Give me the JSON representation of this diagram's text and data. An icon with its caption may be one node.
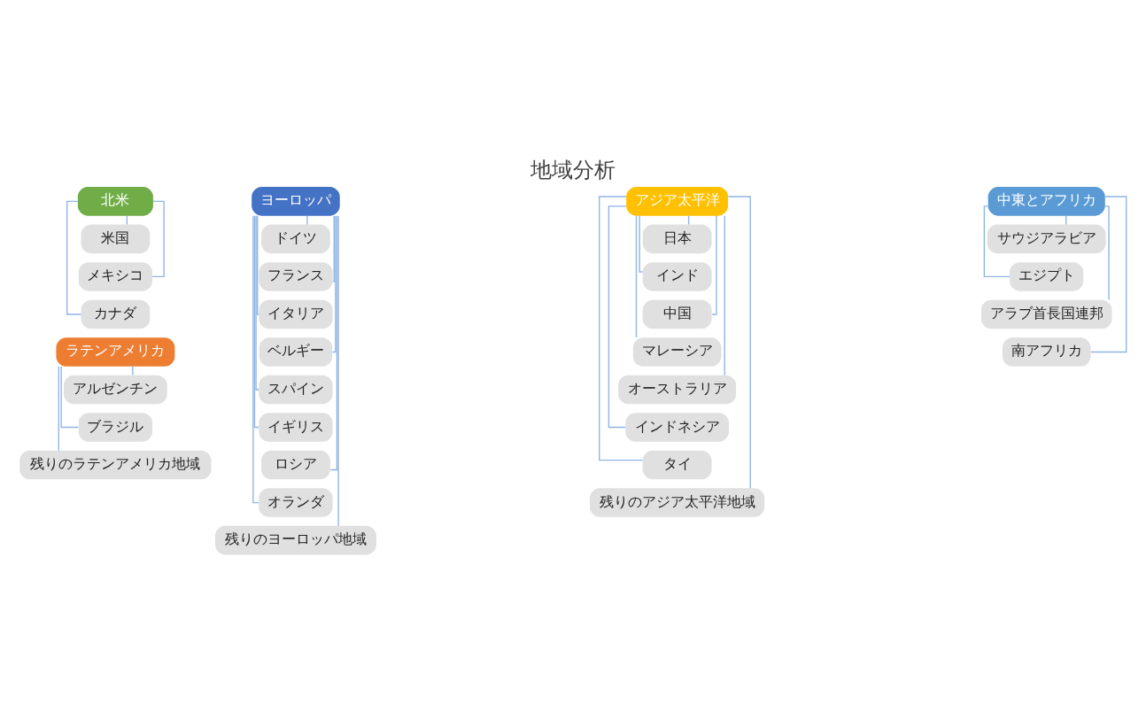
{
  "diagram": {
    "title": "地域分析",
    "nodes": [
      {
        "text": [
          "北米"
        ]
      },
      {
        "text": [
          "米国"
        ]
      },
      {
        "text": [
          "メキシコ"
        ]
      },
      {
        "text": [
          "カナダ"
        ]
      },
      {
        "text": [
          "ヨーロッパ"
        ]
      },
      {
        "text": [
          "ドイツ"
        ]
      },
      {
        "text": [
          "フランス"
        ]
      },
      {
        "text": [
          "イタリア"
        ]
      },
      {
        "text": [
          "ベルギー"
        ]
      },
      {
        "text": [
          "スパイン"
        ]
      },
      {
        "text": [
          "イギリス"
        ]
      },
      {
        "text": [
          "ロシア"
        ]
      },
      {
        "text": [
          "オランダ"
        ]
      },
      {
        "text": [
          "残りのヨーロッパ地域"
        ]
      },
      {
        "text": [
          "アジア太平洋"
        ]
      },
      {
        "text": [
          "日本"
        ]
      },
      {
        "text": [
          "インド"
        ]
      },
      {
        "text": [
          "中国"
        ]
      },
      {
        "text": [
          "マレーシア"
        ]
      },
      {
        "text": [
          "オーストラリア"
        ]
      },
      {
        "text": [
          "インドネシア"
        ]
      },
      {
        "text": [
          "タイ"
        ]
      },
      {
        "text": [
          "残りのアジア太平洋地域"
        ]
      },
      {
        "text": [
          "中東とアフリカ"
        ]
      },
      {
        "text": [
          "サウジアラビア"
        ]
      },
      {
        "text": [
          "エジプト"
        ]
      },
      {
        "text": [
          "アラブ首長国連邦"
        ]
      },
      {
        "text": [
          "南アフリカ"
        ]
      },
      {
        "text": [
          "ラテンアメリカ"
        ]
      },
      {
        "text": [
          "アルゼンチン"
        ]
      },
      {
        "text": [
          "ブラジル"
        ]
      },
      {
        "text": [
          "残りのラテンアメリカ地域"
        ]
      }
    ],
    "edges": [
      {
        "from": 0,
        "to": 1,
        "arrow": "none"
      },
      {
        "from": 0,
        "to": 2,
        "arrow": "none"
      },
      {
        "from": 0,
        "to": 3,
        "arrow": "none"
      },
      {
        "from": 4,
        "to": 5,
        "arrow": "none"
      },
      {
        "from": 4,
        "to": 6,
        "arrow": "none"
      },
      {
        "from": 4,
        "to": 7,
        "arrow": "none"
      },
      {
        "from": 4,
        "to": 8,
        "arrow": "none"
      },
      {
        "from": 4,
        "to": 9,
        "arrow": "none"
      },
      {
        "from": 4,
        "to": 10,
        "arrow": "none"
      },
      {
        "from": 4,
        "to": 11,
        "arrow": "none"
      },
      {
        "from": 4,
        "to": 12,
        "arrow": "none"
      },
      {
        "from": 4,
        "to": 13,
        "arrow": "none"
      },
      {
        "from": 14,
        "to": 15,
        "arrow": "none"
      },
      {
        "from": 14,
        "to": 16,
        "arrow": "none"
      },
      {
        "from": 14,
        "to": 17,
        "arrow": "none"
      },
      {
        "from": 14,
        "to": 18,
        "arrow": "none"
      },
      {
        "from": 14,
        "to": 19,
        "arrow": "none"
      },
      {
        "from": 14,
        "to": 20,
        "arrow": "none"
      },
      {
        "from": 14,
        "to": 21,
        "arrow": "none"
      },
      {
        "from": 14,
        "to": 22,
        "arrow": "none"
      },
      {
        "from": 23,
        "to": 24,
        "arrow": "none"
      },
      {
        "from": 23,
        "to": 25,
        "arrow": "none"
      },
      {
        "from": 23,
        "to": 26,
        "arrow": "none"
      },
      {
        "from": 23,
        "to": 27,
        "arrow": "none"
      },
      {
        "from": 28,
        "to": 29,
        "arrow": "none"
      },
      {
        "from": 28,
        "to": 30,
        "arrow": "none"
      },
      {
        "from": 28,
        "to": 31,
        "arrow": "none"
      }
    ]
  }
}
